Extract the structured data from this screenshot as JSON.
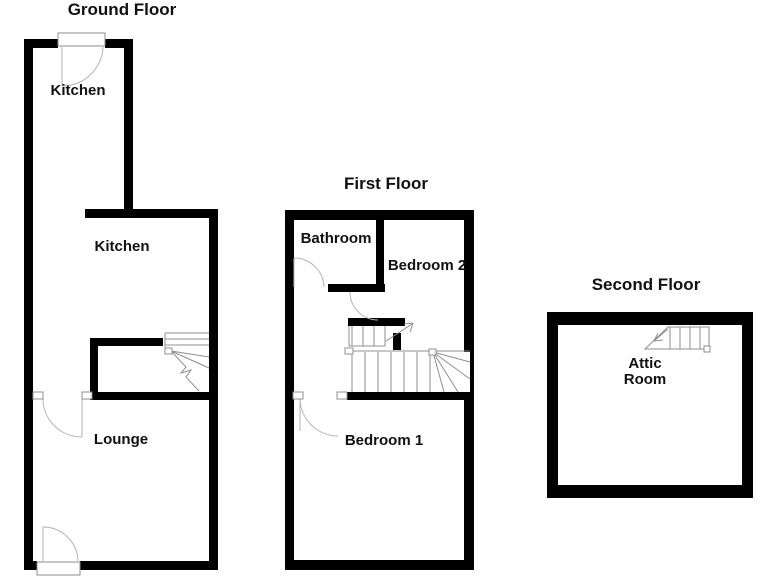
{
  "colors": {
    "wall": "#000000",
    "line": "#8f8f8f",
    "door": "#b3b3b3",
    "text": "#111111",
    "background": "#ffffff"
  },
  "floors": {
    "ground": {
      "title": "Ground Floor",
      "rooms": {
        "kitchen_top": "Kitchen",
        "kitchen": "Kitchen",
        "lounge": "Lounge"
      }
    },
    "first": {
      "title": "First Floor",
      "rooms": {
        "bathroom": "Bathroom",
        "bedroom2": "Bedroom 2",
        "bedroom1": "Bedroom 1"
      }
    },
    "second": {
      "title": "Second Floor",
      "rooms": {
        "attic_line1": "Attic",
        "attic_line2": "Room"
      }
    }
  }
}
